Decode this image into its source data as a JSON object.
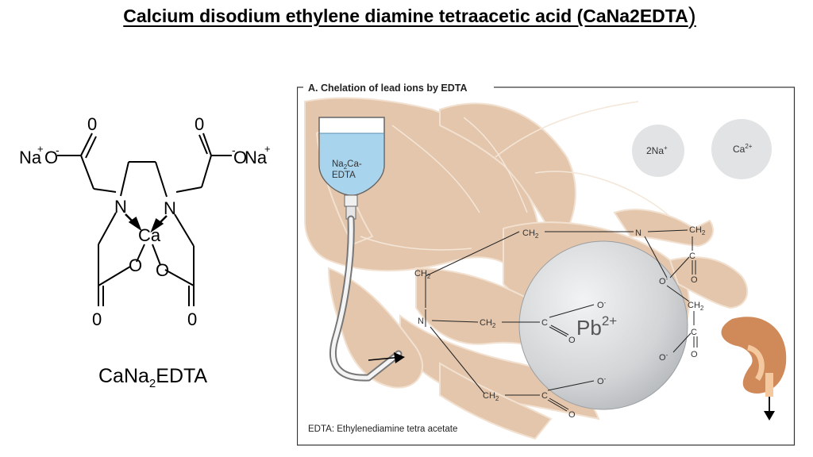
{
  "slide": {
    "title": "Calcium disodium ethylene diamine tetraacetic acid (CaNa2EDTA",
    "title_paren": ")"
  },
  "structure": {
    "na_left": "Na",
    "na_left_sup": "+",
    "o_left": "O",
    "o_left_sup": "-",
    "o_right": "O",
    "o_right_sup": "-",
    "na_right": "Na",
    "na_right_sup": "+",
    "n_left": "N",
    "n_right": "N",
    "ca": "Ca",
    "o_carbonyl_tl": "0",
    "o_carbonyl_tr": "0",
    "o_bridge_l": "O",
    "o_bridge_r": "O",
    "o_carbonyl_bl": "0",
    "o_carbonyl_br": "0",
    "caption_pre": "CaNa",
    "caption_sub": "2",
    "caption_post": "EDTA"
  },
  "figure": {
    "panel_title": "A. Chelation of lead ions by EDTA",
    "bag_line1": "Na",
    "bag_sub": "2",
    "bag_line1_post": "Ca-",
    "bag_line2": "EDTA",
    "ion_na": "2Na",
    "ion_na_sup": "+",
    "ion_ca": "Ca",
    "ion_ca_sup": "2+",
    "pb": "Pb",
    "pb_sup": "2+",
    "ch2": "CH",
    "ch2_sub": "2",
    "n": "N",
    "c": "C",
    "o": "O",
    "o_minus": "O",
    "minus_sup": "-",
    "footnote": "EDTA: Ethylenediamine tetra acetate"
  },
  "colors": {
    "crayfish": "#e3c6ac",
    "crayfish_outline": "#f2e1d0",
    "kidney": "#d08a5a",
    "sphere": "#d4d6d8",
    "ion_circle": "#e1e3e5",
    "fluid": "#a9d4ee"
  }
}
